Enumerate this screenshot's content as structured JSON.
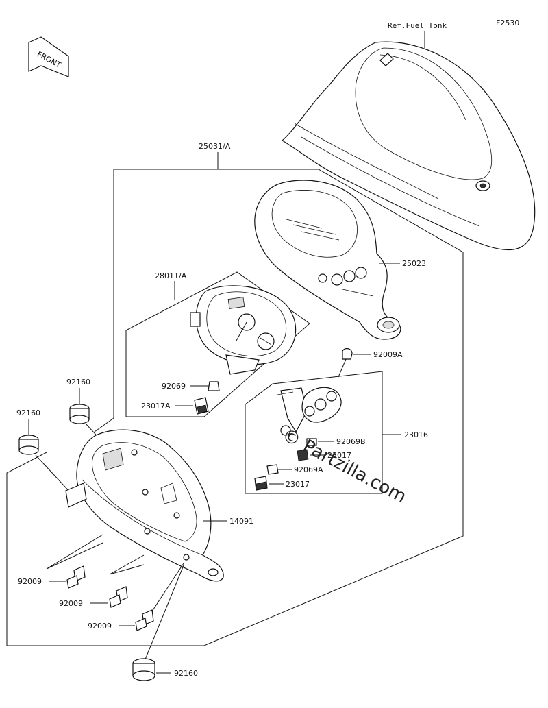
{
  "figure_code": "F2530",
  "front_label": "FRONT",
  "ref_fuel_tank": "Ref.Fuel Tonk",
  "watermark": "© Partzilla.com",
  "callouts": {
    "p25031A": "25031/A",
    "p25023": "25023",
    "p28011A": "28011/A",
    "p92069": "92069",
    "p23017A": "23017A",
    "p92009A": "92009A",
    "p92069B": "92069B",
    "p23017_upper": "23017",
    "p92069A": "92069A",
    "p23017_lower": "23017",
    "p23016": "23016",
    "p92160_top": "92160",
    "p92160_left": "92160",
    "p14091": "14091",
    "p92009_1": "92009",
    "p92009_2": "92009",
    "p92009_3": "92009",
    "p92160_bottom": "92160"
  }
}
